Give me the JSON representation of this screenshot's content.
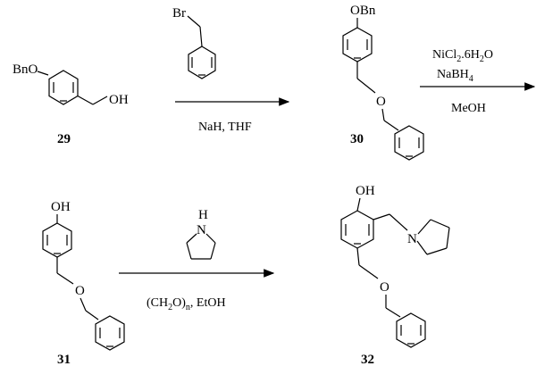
{
  "compounds": {
    "c29": {
      "number": "29",
      "bno": "BnO",
      "oh": "OH"
    },
    "c30": {
      "number": "30",
      "obn": "OBn",
      "o": "O"
    },
    "c31": {
      "number": "31",
      "oh": "OH",
      "o": "O"
    },
    "c32": {
      "number": "32",
      "oh": "OH",
      "n": "N",
      "o": "O"
    },
    "benzyl_bromide": {
      "br": "Br"
    },
    "pyrrolidine": {
      "nh": "N",
      "h": "H"
    }
  },
  "reactions": {
    "step1": {
      "conditions": "NaH, THF"
    },
    "step2": {
      "line1_a": "NiCl",
      "line1_sub1": "2",
      "line1_b": ".6H",
      "line1_sub2": "2",
      "line1_c": "O",
      "line2_a": "NaBH",
      "line2_sub": "4",
      "line3": "MeOH"
    },
    "step3": {
      "cond_a": "(CH",
      "cond_sub1": "2",
      "cond_b": "O)",
      "cond_sub2": "n",
      "cond_c": ", EtOH"
    }
  }
}
